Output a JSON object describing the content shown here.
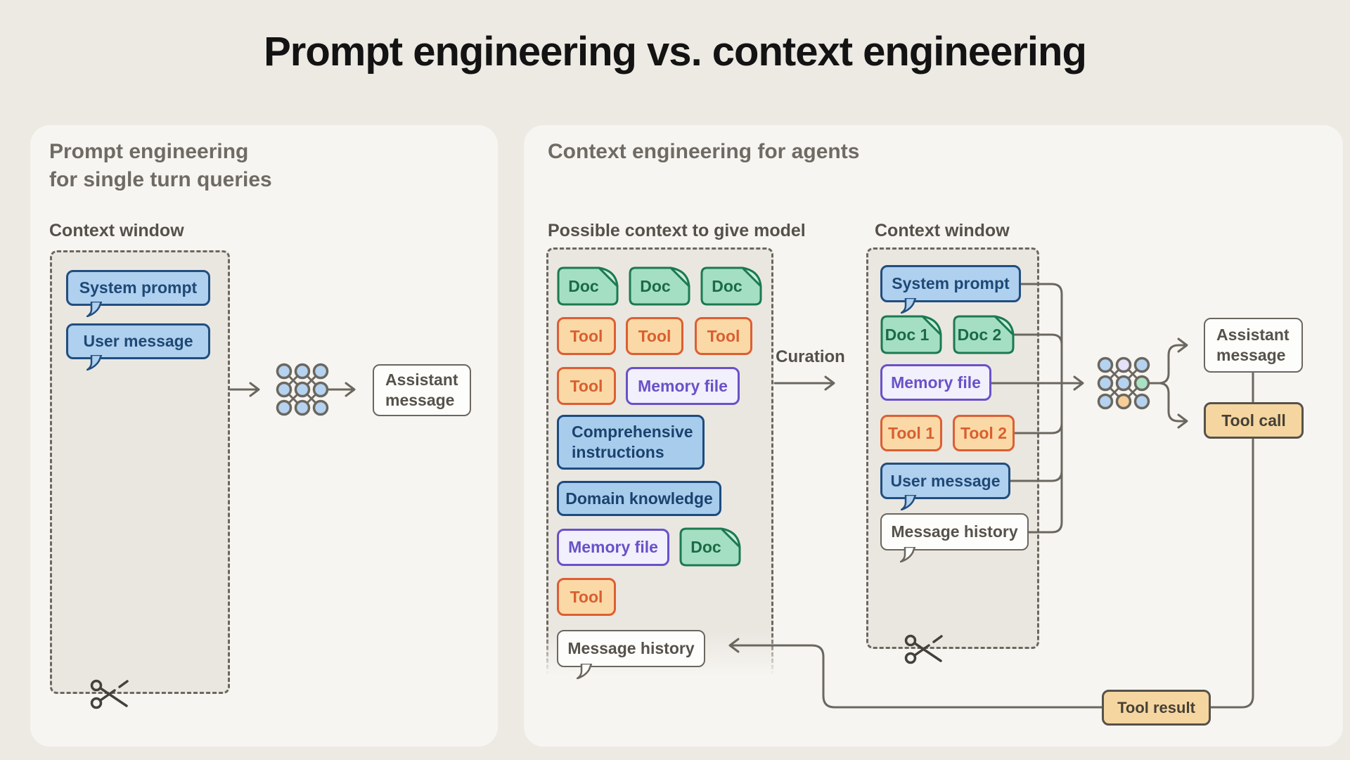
{
  "title": "Prompt engineering vs. context engineering",
  "left_panel": {
    "header": "Prompt engineering\nfor single turn queries",
    "context_window_label": "Context window",
    "system_prompt": "System prompt",
    "user_message": "User message",
    "assistant_message": "Assistant message"
  },
  "right_panel": {
    "header": "Context engineering for agents",
    "possible_context_label": "Possible context to give model",
    "context_window_label": "Context window",
    "curation_label": "Curation",
    "doc": "Doc",
    "tool": "Tool",
    "memory_file": "Memory file",
    "comprehensive_instructions": "Comprehensive instructions",
    "domain_knowledge": "Domain knowledge",
    "message_history": "Message history",
    "system_prompt": "System prompt",
    "doc1": "Doc 1",
    "doc2": "Doc 2",
    "tool1": "Tool 1",
    "tool2": "Tool 2",
    "user_message": "User message",
    "assistant_message": "Assistant message",
    "tool_call": "Tool call",
    "tool_result": "Tool result"
  },
  "icons": {
    "model": "neural-network-icon",
    "trim_left": "scissors-icon",
    "trim_right": "scissors-icon"
  },
  "colors": {
    "page_bg": "#EDEAE4",
    "panel_bg": "#F7F5F1",
    "dashed_fill": "#EAE7E1",
    "line_gray": "#6B675F",
    "bubble_blue_fill": "#AFD0EE",
    "bubble_blue_border": "#224E7F",
    "doc_green_fill": "#A5DFC3",
    "doc_green_border": "#1C7A50",
    "tool_orange_fill": "#FAD9A6",
    "tool_orange_border": "#DC5F33",
    "memory_purple_border": "#6A51C8",
    "memory_purple_fill": "#F1F0FC",
    "peach_fill": "#F6D6A0",
    "node_blue": "#B5D3F0",
    "node_lavender": "#E4E1F8",
    "node_green": "#A9E2C3",
    "node_orange": "#F6CE96"
  }
}
